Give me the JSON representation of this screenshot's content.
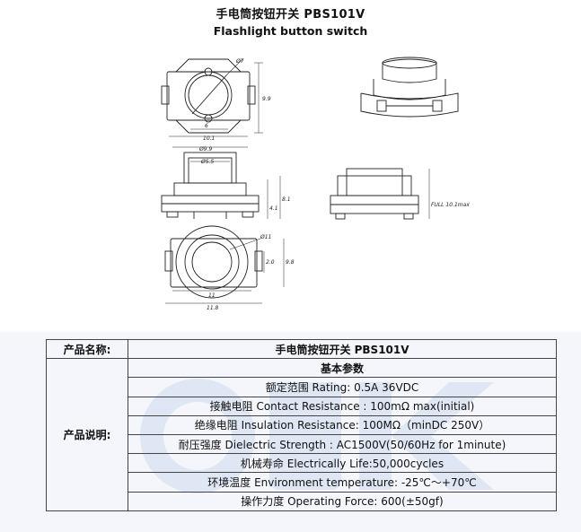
{
  "header": {
    "title_cn": "手电筒按钮开关 PBS101V",
    "title_en": "Flashlight button switch"
  },
  "drawing": {
    "dims": {
      "d7": "Ø7",
      "h9_9": "9.9",
      "w6": "6",
      "w10_1": "10.1",
      "d9_9": "Ø9.9",
      "d5_5": "Ø5.5",
      "h4_1": "4.1",
      "h8_1": "8.1",
      "full": "FULL 10.1max",
      "d11": "Ø11",
      "h2_0": "2.0",
      "h9_8": "9.8",
      "w11": "11",
      "w11_8": "11.8"
    }
  },
  "spec_table": {
    "name_label": "产品名称:",
    "name_value": "手电筒按钮开关 PBS101V",
    "desc_label": "产品说明:",
    "rows": [
      "基本参数",
      "额定范围 Rating: 0.5A 36VDC",
      "接触电阻 Contact Resistance : 100mΩ max(initial)",
      "绝缘电阻 Insulation Resistance: 100MΩ（minDC 250V）",
      "耐压强度 Dielectric Strength : AC1500V(50/60Hz for 1minute)",
      "机械寿命 Electrically Life:50,000cycles",
      "环境温度 Environment temperature: -25℃～+70℃",
      "操作力度 Operating Force: 600(±50gf)"
    ]
  },
  "colors": {
    "watermark": "#dfe6f4",
    "border": "#444444"
  }
}
